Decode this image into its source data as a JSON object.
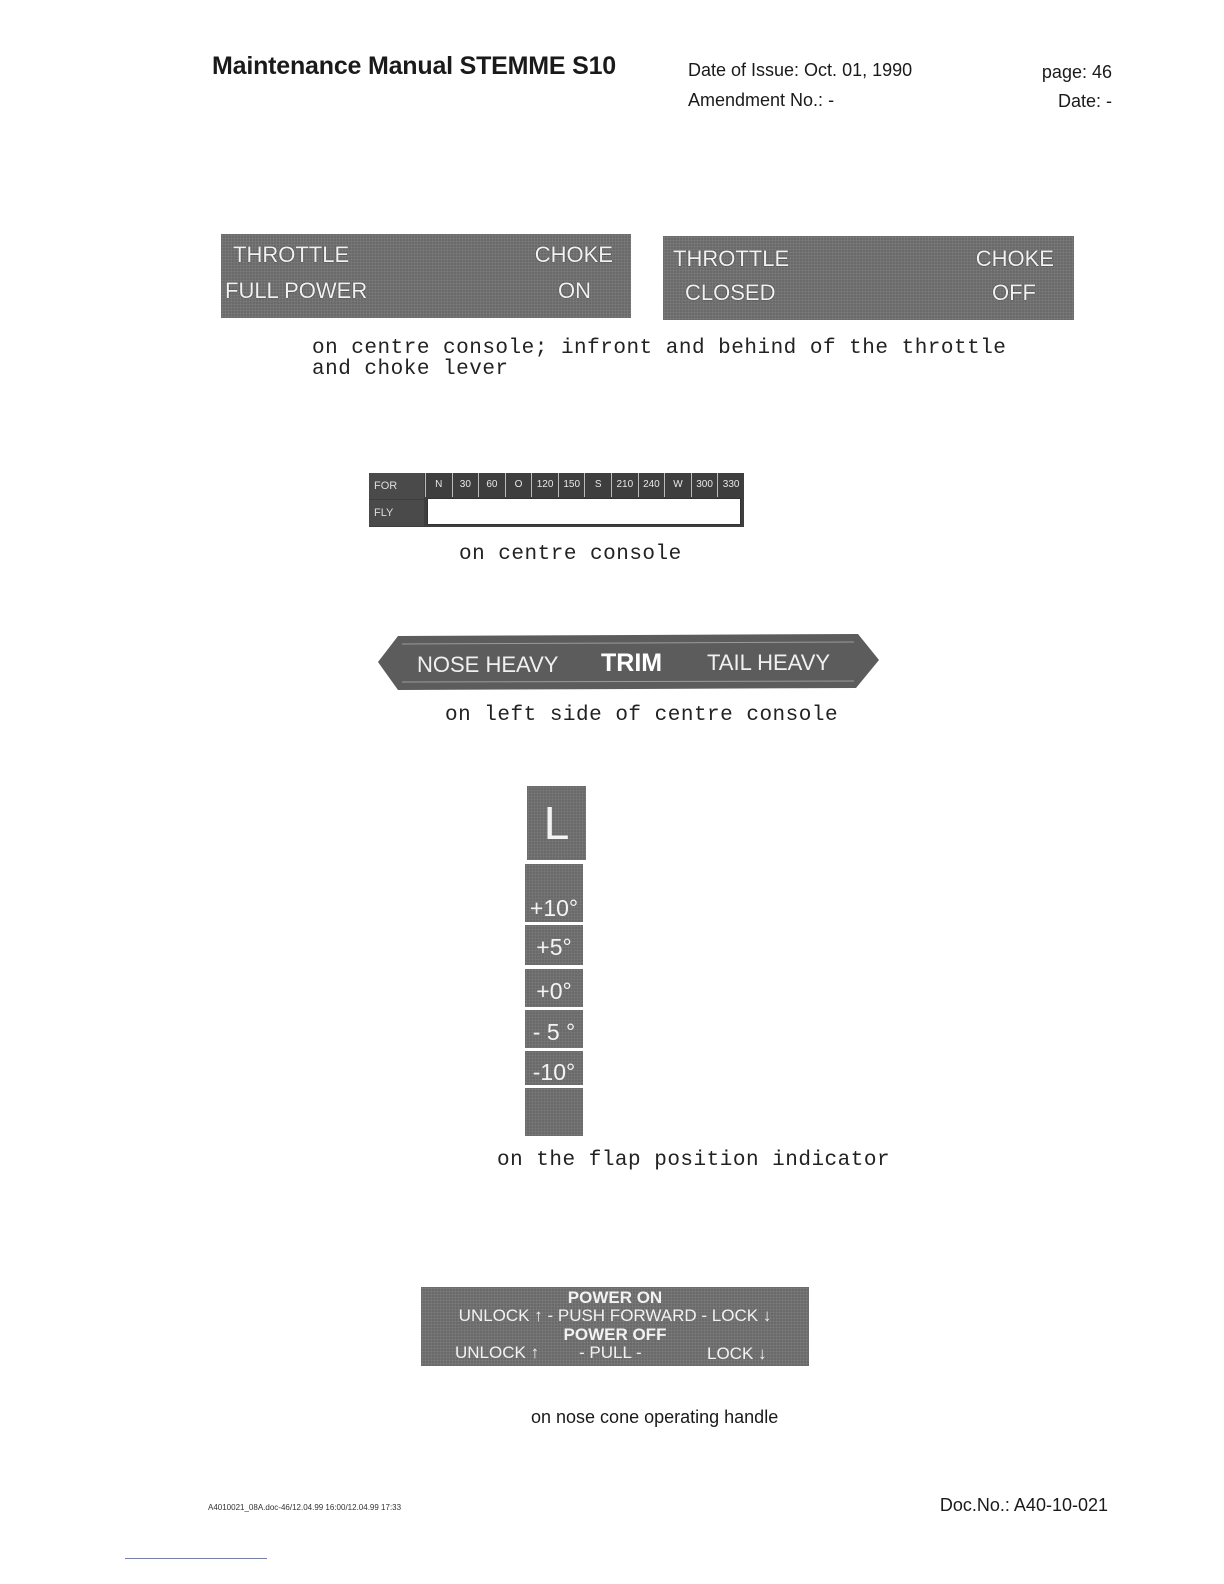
{
  "header": {
    "title": "Maintenance Manual STEMME S10",
    "date_of_issue": "Date of Issue: Oct. 01, 1990",
    "amendment": "Amendment No.: -",
    "page": "page: 46",
    "date": "Date: -"
  },
  "placards": {
    "throttle_full": {
      "l1": "THROTTLE",
      "r1": "CHOKE",
      "l2": "FULL POWER",
      "r2": "ON"
    },
    "throttle_closed": {
      "l1": "THROTTLE",
      "r1": "CHOKE",
      "l2": "CLOSED",
      "r2": "OFF"
    },
    "throttle_caption_1": "on centre console; infront and behind of the throttle",
    "throttle_caption_2": "and choke lever",
    "compass": {
      "row1_label": "FOR",
      "row2_label": "FLY",
      "headings": [
        "N",
        "30",
        "60",
        "O",
        "120",
        "150",
        "S",
        "210",
        "240",
        "W",
        "300",
        "330"
      ]
    },
    "compass_caption": "on centre console",
    "trim": {
      "left": "NOSE HEAVY",
      "center": "TRIM",
      "right": "TAIL HEAVY"
    },
    "trim_caption": "on left side of centre console",
    "flap": {
      "top": "L",
      "positions": [
        "+10°",
        "+5°",
        "+0°",
        "- 5 °",
        "-10°"
      ]
    },
    "flap_caption": "on the flap position indicator",
    "nose_cone": {
      "l1": "POWER ON",
      "l2": "UNLOCK ↑ - PUSH FORWARD - LOCK ↓",
      "l3": "POWER OFF",
      "l4a": "UNLOCK ↑",
      "l4b": "- PULL -",
      "l4c": "LOCK ↓"
    },
    "nose_cone_caption": "on nose cone operating handle"
  },
  "footer": {
    "file_ref": "A4010021_08A.doc-46/12.04.99 16:00/12.04.99 17:33",
    "doc_no": "Doc.No.: A40-10-021"
  }
}
